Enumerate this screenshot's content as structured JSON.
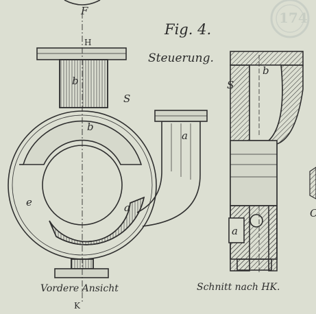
{
  "figure": {
    "number": "Fig. 4.",
    "title": "Steuerung.",
    "caption_front": "Vordere Ansicht",
    "caption_section": "Schnitt nach HK."
  },
  "labels": {
    "F": "F",
    "H": "H",
    "K": "K",
    "S_front": "S",
    "S_section": "S",
    "b_upper": "b",
    "b_ring": "b",
    "b_section": "b",
    "a_pipe": "a",
    "a_inner": "a",
    "a_section": "a",
    "e": "e",
    "O_edge": "O"
  },
  "seal_text": "174"
}
